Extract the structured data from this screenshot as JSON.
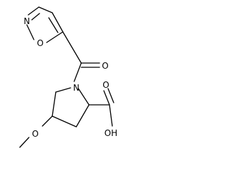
{
  "molecule": {
    "atoms": {
      "isoxazole_n": "N",
      "isoxazole_o": "O",
      "carbonyl_o": "O",
      "pyrrolidine_n": "N",
      "ether_o": "O",
      "acid_oh": "OH",
      "acid_o": "O"
    }
  }
}
